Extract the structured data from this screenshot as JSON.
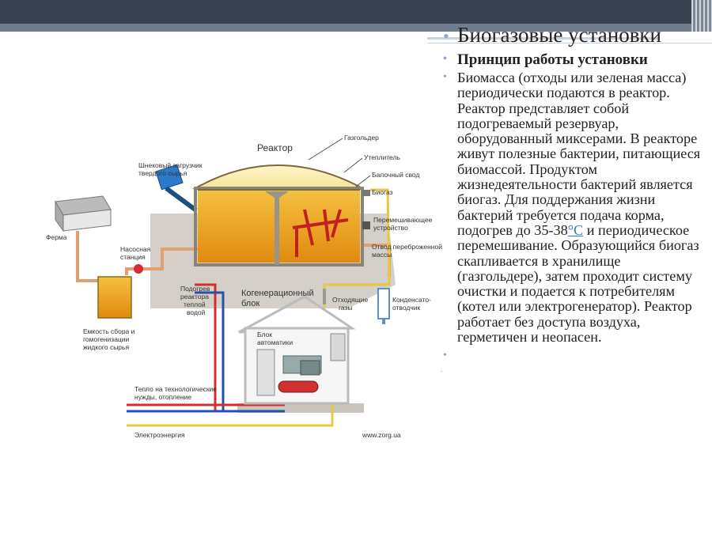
{
  "slide": {
    "title": "Биогазовые установки",
    "subtitle": "Принцип работы установки",
    "body_before": "Биомасса (отходы или зеленая масса) периодически подаются в реактор. Реактор представляет собой подогреваемый резервуар, оборудованный миксерами. В реакторе живут полезные бактерии, питающиеся биомассой. Продуктом жизнедеятельности бактерий является биогаз. Для поддержания жизни бактерий требуется подача корма, подогрев до 35-38",
    "body_link": "°С",
    "body_after": " и периодическое перемешивание. Образующийся биогаз скапливается в хранилище (газгольдере), затем проходит систему очистки и подается к потребителям (котел или электрогенератор). Реактор работает без доступа воздуха, герметичен и неопасен.",
    "extra_bullet": "",
    "extra_mark": "."
  },
  "diagram": {
    "reactor": "Реактор",
    "gasholder": "Газгольдер",
    "insulation": "Утеплитель",
    "beam_vault": "Балочный свод",
    "screw_loader_1": "Шнековый загрузчик",
    "screw_loader_2": "твердого сырья",
    "biogas": "Биогаз",
    "mixer_1": "Перемешивающее",
    "mixer_2": "устройство",
    "overflow_1": "Отвод переброженной",
    "overflow_2": "массы",
    "farm": "Ферма",
    "pump_1": "Насосная",
    "pump_2": "станция",
    "heating_1": "Подогрев",
    "heating_2": "реактора",
    "heating_3": "теплой",
    "heating_4": "водой",
    "cogen_1": "Когенерационный",
    "cogen_2": "блок",
    "exhaust_1": "Отходящие",
    "exhaust_2": "газы",
    "condensate_1": "Конденсато-",
    "condensate_2": "отводчик",
    "automation_1": "Блок",
    "automation_2": "автоматики",
    "tank_1": "Емкость сбора и",
    "tank_2": "гомогенизации",
    "tank_3": "жидкого сырья",
    "heat_1": "Тепло на технологические",
    "heat_2": "нужды, отопление",
    "electricity": "Электроэнергия",
    "website": "www.zorg.ua"
  },
  "colors": {
    "bullet": "#8fa2cf",
    "link": "#3a6fd8",
    "header_dark": "#3a4150",
    "header_light": "#6f7d8c",
    "biomass": "#f0a020",
    "pipe_orange": "#e0a070",
    "pipe_red": "#d03030",
    "pipe_blue": "#2850a8"
  }
}
